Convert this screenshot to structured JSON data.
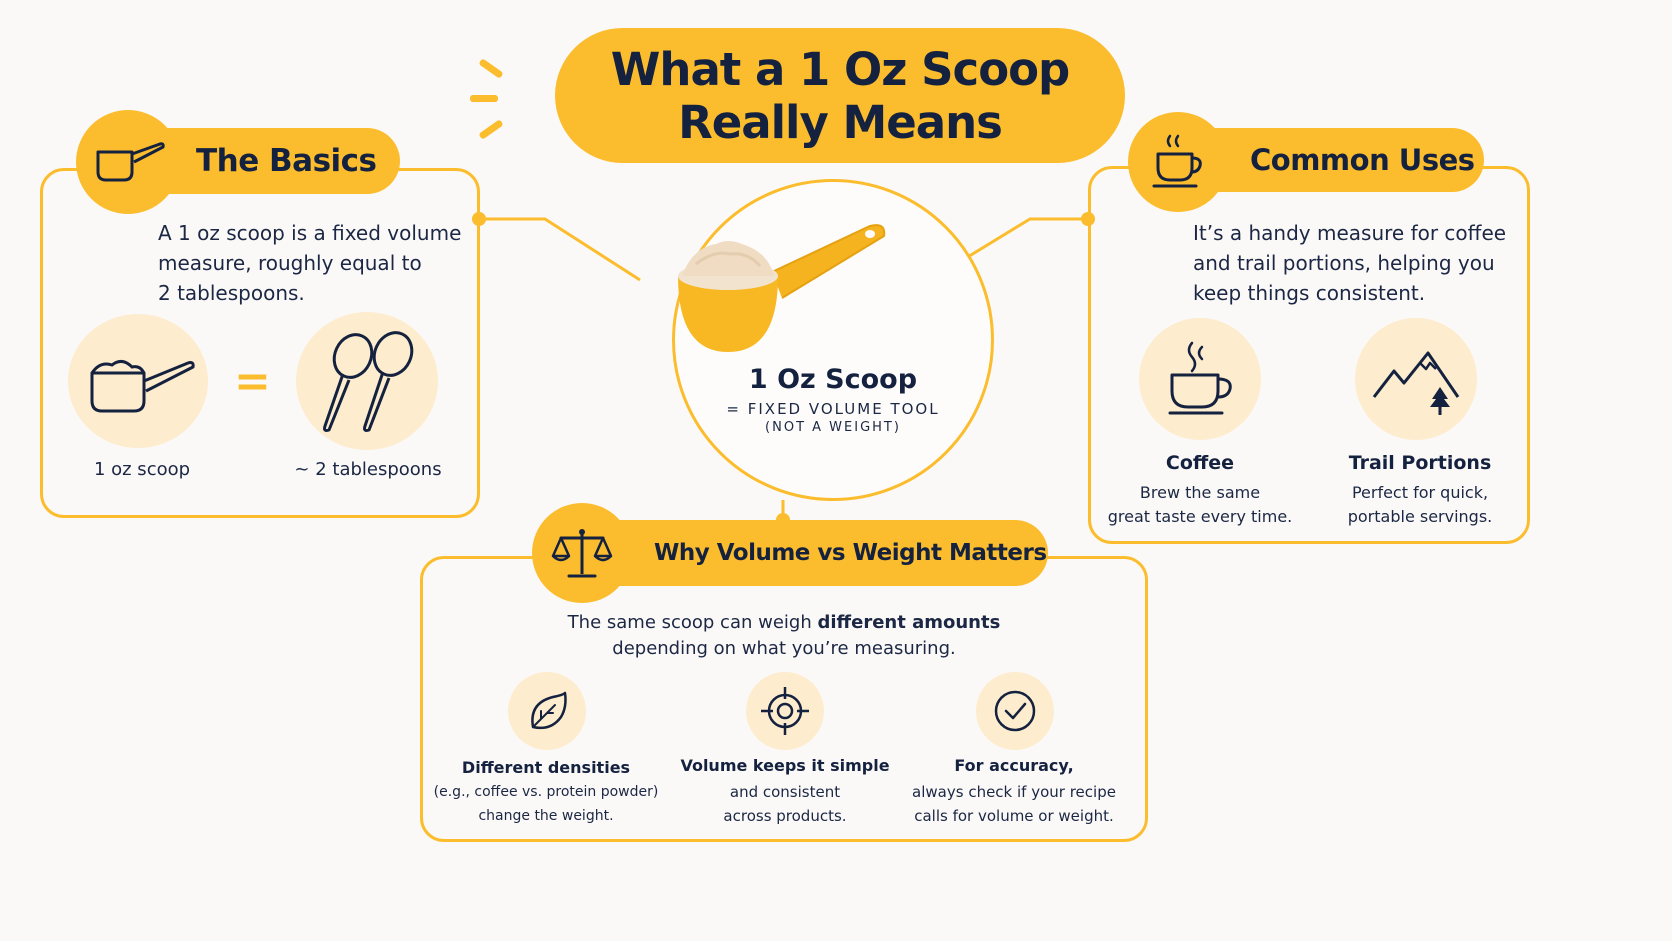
{
  "title": {
    "line1": "What a 1 Oz Scoop",
    "line2": "Really Means"
  },
  "center": {
    "title": "1 Oz Scoop",
    "subtitle": "= FIXED VOLUME TOOL",
    "note": "(NOT A WEIGHT)"
  },
  "basics": {
    "heading": "The Basics",
    "text_lines": [
      "A 1 oz scoop is a fixed volume",
      "measure, roughly equal to",
      "2 tablespoons."
    ],
    "equals": "=",
    "left_caption": "1 oz scoop",
    "right_caption": "~ 2 tablespoons"
  },
  "uses": {
    "heading": "Common Uses",
    "text_lines": [
      "It’s a handy measure for coffee",
      "and trail portions, helping you",
      "keep things consistent."
    ],
    "items": [
      {
        "title": "Coffee",
        "lines": [
          "Brew the same",
          "great taste every time."
        ]
      },
      {
        "title": "Trail Portions",
        "lines": [
          "Perfect for quick,",
          "portable servings."
        ]
      }
    ]
  },
  "why": {
    "heading": "Why Volume vs Weight Matters",
    "text_line1_plain": "The same scoop can weigh ",
    "text_line1_bold": "different amounts",
    "text_line2": "depending on what you’re measuring.",
    "items": [
      {
        "title": "Different densities",
        "lines": [
          "(e.g., coffee vs. protein powder)",
          "change the weight."
        ]
      },
      {
        "title": "Volume keeps it simple",
        "lines": [
          "and consistent",
          "across products."
        ]
      },
      {
        "title": "For accuracy,",
        "lines": [
          "always check if your recipe",
          "calls for volume or weight."
        ]
      }
    ]
  },
  "colors": {
    "accent": "#fbbd2d",
    "soft": "#fdeccd",
    "ink": "#14213f",
    "background": "#fbf9f7"
  },
  "icons": [
    "scoop-icon",
    "coffee-cup-icon",
    "balance-scale-icon",
    "tablespoons-icon",
    "mountain-icon",
    "leaf-icon",
    "target-icon",
    "check-icon"
  ]
}
